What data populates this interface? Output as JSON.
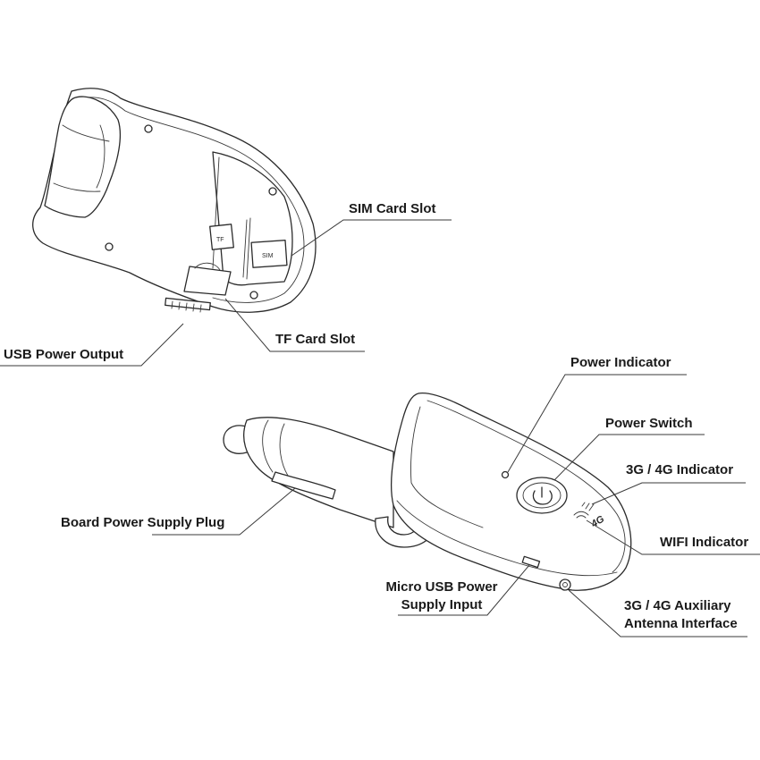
{
  "labels": {
    "sim_card_slot": "SIM Card Slot",
    "tf_card_slot": "TF Card Slot",
    "usb_power_output": "USB Power Output",
    "power_indicator": "Power Indicator",
    "power_switch": "Power Switch",
    "indicator_3g4g": "3G / 4G Indicator",
    "wifi_indicator": "WIFI Indicator",
    "board_power_supply_plug": "Board Power Supply Plug",
    "micro_usb_line1": "Micro USB Power",
    "micro_usb_line2": "Supply Input",
    "antenna_line1": "3G / 4G Auxiliary",
    "antenna_line2": "Antenna Interface"
  },
  "device_markings": {
    "tf": "TF",
    "sim": "SIM",
    "badge": "4G"
  }
}
